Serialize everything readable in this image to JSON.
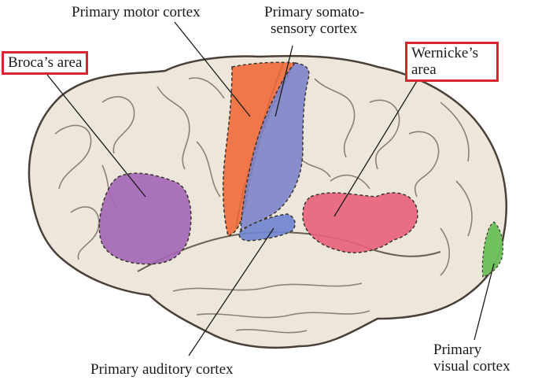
{
  "labels": {
    "motor": "Primary motor cortex",
    "somato_line1": "Primary somato-",
    "somato_line2": "sensory cortex",
    "broca": "Broca’s area",
    "wernicke_line1": "Wernicke’s",
    "wernicke_line2": "area",
    "auditory": "Primary auditory cortex",
    "visual_line1": "Primary",
    "visual_line2": "visual cortex"
  },
  "colors": {
    "brain_fill": "#ece7da",
    "brain_outline": "#4a4038",
    "motor_region": "#ef6a3a",
    "somatosensory_region": "#7c84c9",
    "broca_region": "#a366b5",
    "wernicke_region": "#e9607a",
    "auditory_region": "#6f86cf",
    "visual_region": "#6cbf5a",
    "highlight_box": "#d7262e"
  }
}
